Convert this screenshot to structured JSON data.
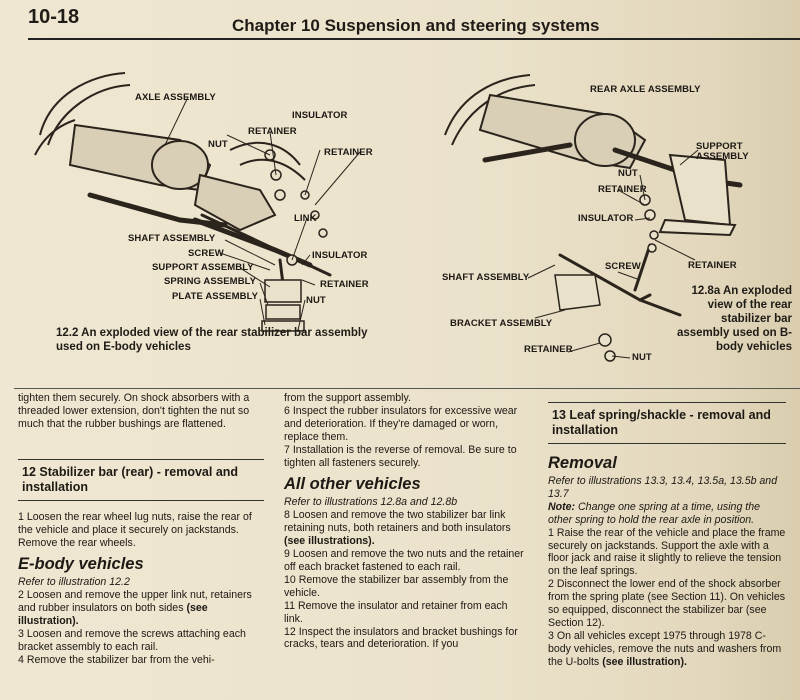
{
  "header": {
    "page_number": "10-18",
    "chapter_title": "Chapter 10  Suspension and steering systems"
  },
  "figure_left": {
    "labels": {
      "axle_assembly": "AXLE ASSEMBLY",
      "insulator_top": "INSULATOR",
      "retainer_top": "RETAINER",
      "nut_top": "NUT",
      "retainer_right": "RETAINER",
      "link": "LINK",
      "shaft_assembly": "SHAFT ASSEMBLY",
      "screw": "SCREW",
      "insulator_bottom": "INSULATOR",
      "support_assembly": "SUPPORT ASSEMBLY",
      "spring_assembly": "SPRING ASSEMBLY",
      "retainer_bottom": "RETAINER",
      "plate_assembly": "PLATE ASSEMBLY",
      "nut_bottom": "NUT"
    },
    "caption": "12.2 An exploded view of the rear stabilizer bar assembly used on E-body vehicles"
  },
  "figure_right": {
    "labels": {
      "rear_axle_assembly": "REAR AXLE ASSEMBLY",
      "support_assembly": "SUPPORT ASSEMBLY",
      "nut": "NUT",
      "retainer_top": "RETAINER",
      "insulator": "INSULATOR",
      "retainer_right": "RETAINER",
      "screw": "SCREW",
      "shaft_assembly": "SHAFT ASSEMBLY",
      "bracket_assembly": "BRACKET ASSEMBLY",
      "retainer_bottom": "RETAINER",
      "nut_bottom": "NUT"
    },
    "caption": "12.8a An exploded view of the rear stabilizer bar assembly used on B-body vehicles"
  },
  "col1": {
    "p0": "tighten them securely. On shock absorbers with a threaded lower extension, don't tighten the nut so much that the rubber bushings are flattened.",
    "section12": "12 Stabilizer bar (rear) - removal and installation",
    "p1": "1 Loosen the rear wheel lug nuts, raise the rear of the vehicle and place it securely on jackstands. Remove the rear wheels.",
    "subhead": "E-body vehicles",
    "ref": "Refer to illustration 12.2",
    "p2": "2 Loosen and remove the upper link nut, retainers and rubber insulators on both sides",
    "p2_bold": "(see illustration).",
    "p3": "3 Loosen and remove the screws attaching each bracket assembly to each rail.",
    "p4": "4 Remove the stabilizer bar from the vehi-"
  },
  "col2": {
    "p0": "from the support assembly.",
    "p6": "6 Inspect the rubber insulators for excessive wear and deterioration. If they're damaged or worn, replace them.",
    "p7": "7 Installation is the reverse of removal. Be sure to tighten all fasteners securely.",
    "subhead": "All other vehicles",
    "ref": "Refer to illustrations 12.8a and 12.8b",
    "p8": "8 Loosen and remove the two stabilizer bar link retaining nuts, both retainers and both insulators",
    "p8_bold": "(see illustrations).",
    "p9": "9 Loosen and remove the two nuts and the retainer off each bracket fastened to each rail.",
    "p10": "10 Remove the stabilizer bar assembly from the vehicle.",
    "p11": "11 Remove the insulator and retainer from each link.",
    "p12": "12 Inspect the insulators and bracket bushings for cracks, tears and deterioration. If you"
  },
  "col3": {
    "section13": "13 Leaf spring/shackle - removal and installation",
    "subhead": "Removal",
    "ref": "Refer to illustrations 13.3, 13.4, 13.5a, 13.5b and 13.7",
    "note_label": "Note:",
    "note": "Change one spring at a time, using the other spring to hold the rear axle in position.",
    "p1": "1 Raise the rear of the vehicle and place the frame securely on jackstands. Support the axle with a floor jack and raise it slightly to relieve the tension on the leaf springs.",
    "p2": "2 Disconnect the lower end of the shock absorber from the spring plate (see Section 11). On vehicles so equipped, disconnect the stabilizer bar (see Section 12).",
    "p3": "3 On all vehicles except 1975 through 1978 C-body vehicles, remove the nuts and washers from the U-bolts",
    "p3_bold": "(see illustration)."
  }
}
